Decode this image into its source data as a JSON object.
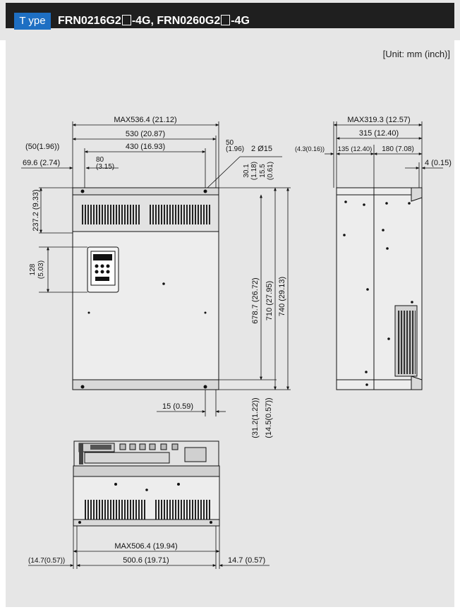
{
  "header": {
    "type_label": "T ype",
    "title_part1": "FRN0216G2",
    "title_part2": "-4G, FRN0260G2",
    "title_part3": "-4G"
  },
  "unit_note": "[Unit: mm (inch)]",
  "front_view": {
    "max_width": "MAX536.4 (21.12)",
    "width": "530 (20.87)",
    "hole_pitch": "430 (16.93)",
    "side_offset_left": "(50(1.96))",
    "side_offset_right": "50",
    "side_offset_right_inch": "(1.96)",
    "holes": "2  Ø15",
    "left_edge": "69.6 (2.74)",
    "keypad_offset": "80",
    "keypad_offset_inch": "(3.15)",
    "top_height": "237.2 (9.33)",
    "keypad_height": "128",
    "keypad_height_inch": "(5.03)",
    "top_margin_1": "30.1",
    "top_margin_1_inch": "(1.18)",
    "top_margin_2": "15.5",
    "top_margin_2_inch": "(0.61)",
    "height_1": "678.7 (26.72)",
    "height_2": "710 (27.95)",
    "height_3": "740 (29.13)",
    "slot_width": "15 (0.59)",
    "bottom_margin_1": "(31.2(1.22))",
    "bottom_margin_2": "(14.5(0.57))"
  },
  "side_view": {
    "max_depth": "MAX319.3 (12.57)",
    "depth": "315 (12.40)",
    "offset_left": "(4.3(0.16))",
    "part_1": "135 (12.40)",
    "part_2": "180 (7.08)",
    "flange": "4 (0.15)"
  },
  "bottom_view": {
    "max_width": "MAX506.4 (19.94)",
    "width": "500.6 (19.71)",
    "left_margin": "(14.7(0.57))",
    "right_margin": "14.7 (0.57)"
  }
}
